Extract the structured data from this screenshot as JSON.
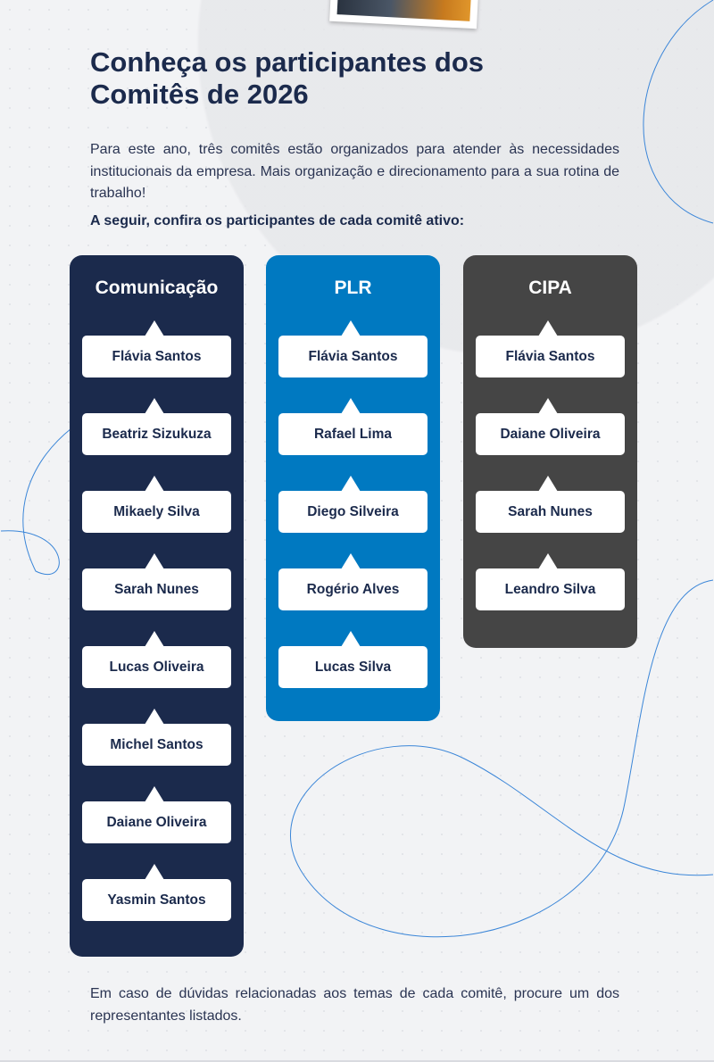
{
  "title": "Conheça os participantes dos Comitês de 2026",
  "intro": "Para este ano, três comitês estão organizados para atender às necessidades institucionais da empresa. Mais organização e direcionamento para a sua rotina de trabalho!",
  "lead": "A seguir, confira os participantes de cada comitê ativo:",
  "committees": [
    {
      "name": "Comunicação",
      "color": "#1b2a4c",
      "members": [
        "Flávia Santos",
        "Beatriz Sizukuza",
        "Mikaely Silva",
        "Sarah Nunes",
        "Lucas Oliveira",
        "Michel Santos",
        "Daiane Oliveira",
        "Yasmin Santos"
      ]
    },
    {
      "name": "PLR",
      "color": "#0079c1",
      "members": [
        "Flávia Santos",
        "Rafael Lima",
        "Diego Silveira",
        "Rogério Alves",
        "Lucas Silva"
      ]
    },
    {
      "name": "CIPA",
      "color": "#454545",
      "members": [
        "Flávia Santos",
        "Daiane Oliveira",
        "Sarah Nunes",
        "Leandro Silva"
      ]
    }
  ],
  "footer": "Em caso de dúvidas relacionadas aos temas de cada comitê, procure um dos representantes listados."
}
